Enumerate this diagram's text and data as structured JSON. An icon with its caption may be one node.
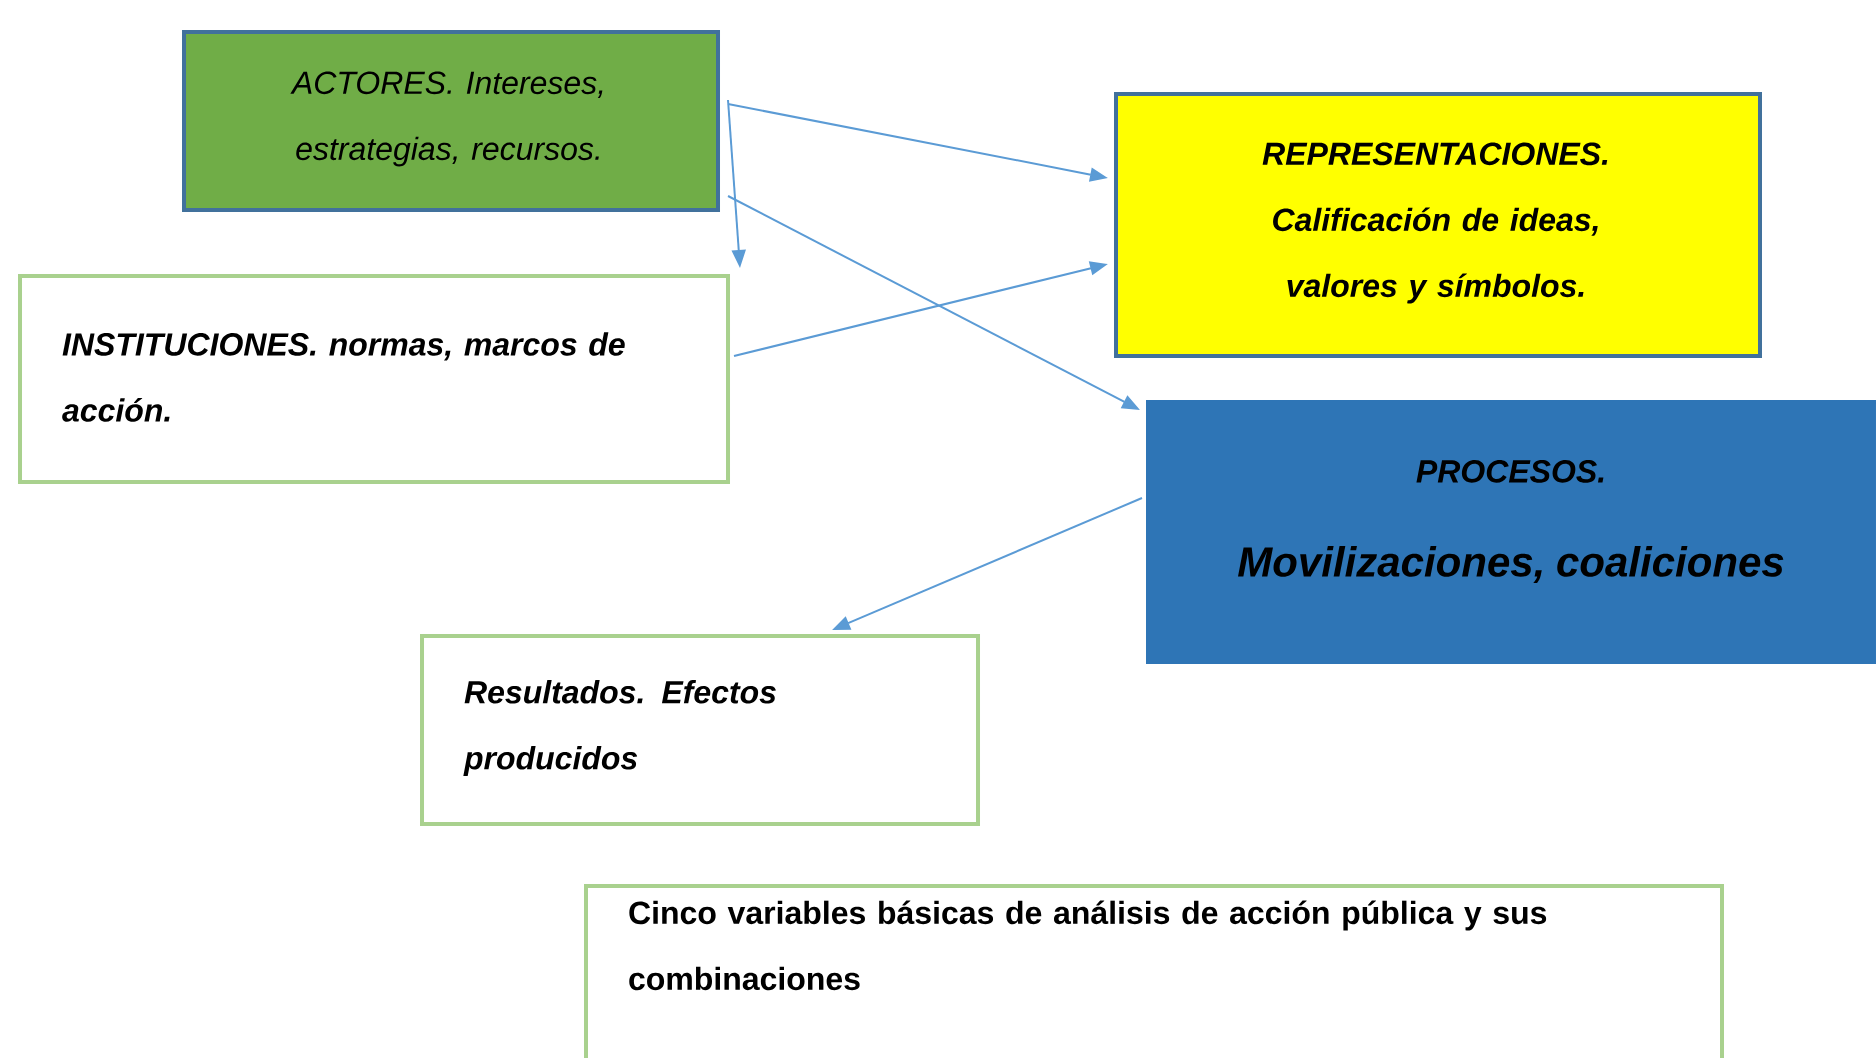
{
  "diagram": {
    "nodes": [
      {
        "text": [
          "ACTORES. Intereses, estrategias, recursos."
        ]
      },
      {
        "text": [
          "INSTITUCIONES. normas, marcos de acción."
        ]
      },
      {
        "text": [
          "REPRESENTACIONES. Calificación de ideas, valores y símbolos."
        ]
      },
      {
        "text": [
          "PROCESOS.",
          "Movilizaciones, coaliciones"
        ]
      },
      {
        "text": [
          "Resultados. Efectos producidos"
        ]
      },
      {
        "text": [
          "Cinco variables básicas de análisis de acción pública y sus combinaciones"
        ]
      }
    ],
    "edges": [
      {
        "from": 0,
        "to": 1,
        "arrow": "to"
      },
      {
        "from": 0,
        "to": 2,
        "arrow": "to"
      },
      {
        "from": 0,
        "to": 3,
        "arrow": "to"
      },
      {
        "from": 1,
        "to": 2,
        "arrow": "to"
      },
      {
        "from": 3,
        "to": 4,
        "arrow": "to"
      }
    ]
  }
}
